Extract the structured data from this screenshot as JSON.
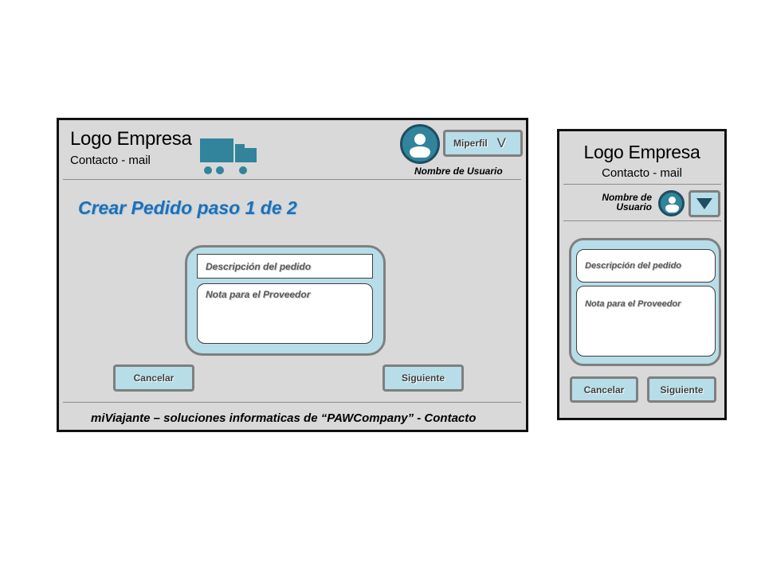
{
  "desktop": {
    "logo_title": "Logo Empresa",
    "logo_subtitle": "Contacto - mail",
    "profile_button_label": "Miperfil",
    "profile_chevron": "V",
    "username": "Nombre de Usuario",
    "page_title": "Crear Pedido paso 1 de 2",
    "description_placeholder": "Descripción del pedido",
    "note_placeholder": "Nota para el Proveedor",
    "cancel_label": "Cancelar",
    "next_label": "Siguiente",
    "footer": "miViajante – soluciones informaticas de “PAWCompany” - Contacto"
  },
  "mobile": {
    "logo_title": "Logo Empresa",
    "logo_subtitle": "Contacto - mail",
    "username": "Nombre de Usuario",
    "description_placeholder": "Descripción del pedido",
    "note_placeholder": "Nota para el Proveedor",
    "cancel_label": "Cancelar",
    "next_label": "Siguiente"
  },
  "icons": {
    "truck": "truck-icon",
    "avatar": "user-avatar-icon",
    "menu": "triangle-down-icon"
  },
  "colors": {
    "panel": "#d9d9d9",
    "accent": "#b7dde8",
    "avatar": "#31849b",
    "title": "#1f6fb4"
  }
}
